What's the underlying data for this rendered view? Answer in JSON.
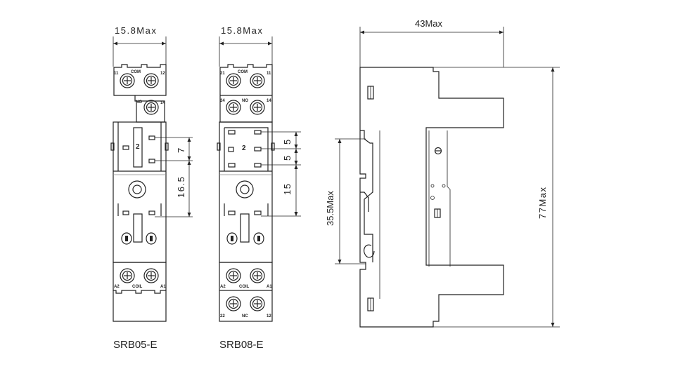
{
  "front_views": [
    {
      "model": "SRB05-E",
      "width_dim": "15.8Max",
      "top_terminals": [
        "11",
        "COM",
        "12"
      ],
      "no_label": "NO",
      "no_terminal": "14",
      "center_numeral": "2",
      "dims": [
        "7",
        "16.5"
      ],
      "bottom_terminals": [
        "A2",
        "COIL",
        "A1"
      ]
    },
    {
      "model": "SRB08-E",
      "width_dim": "15.8Max",
      "top_terminals": [
        "21",
        "COM",
        "11"
      ],
      "mid_terminals": [
        "24",
        "NO",
        "14"
      ],
      "center_numeral": "2",
      "dims": [
        "5",
        "5",
        "15"
      ],
      "bottom_terminals": [
        "A2",
        "COIL",
        "A1"
      ],
      "low_terminals": [
        "22",
        "NC",
        "12"
      ]
    }
  ],
  "side_view": {
    "width_dim": "43Max",
    "height_dim": "77Max",
    "rail_dim": "35.5Max"
  }
}
